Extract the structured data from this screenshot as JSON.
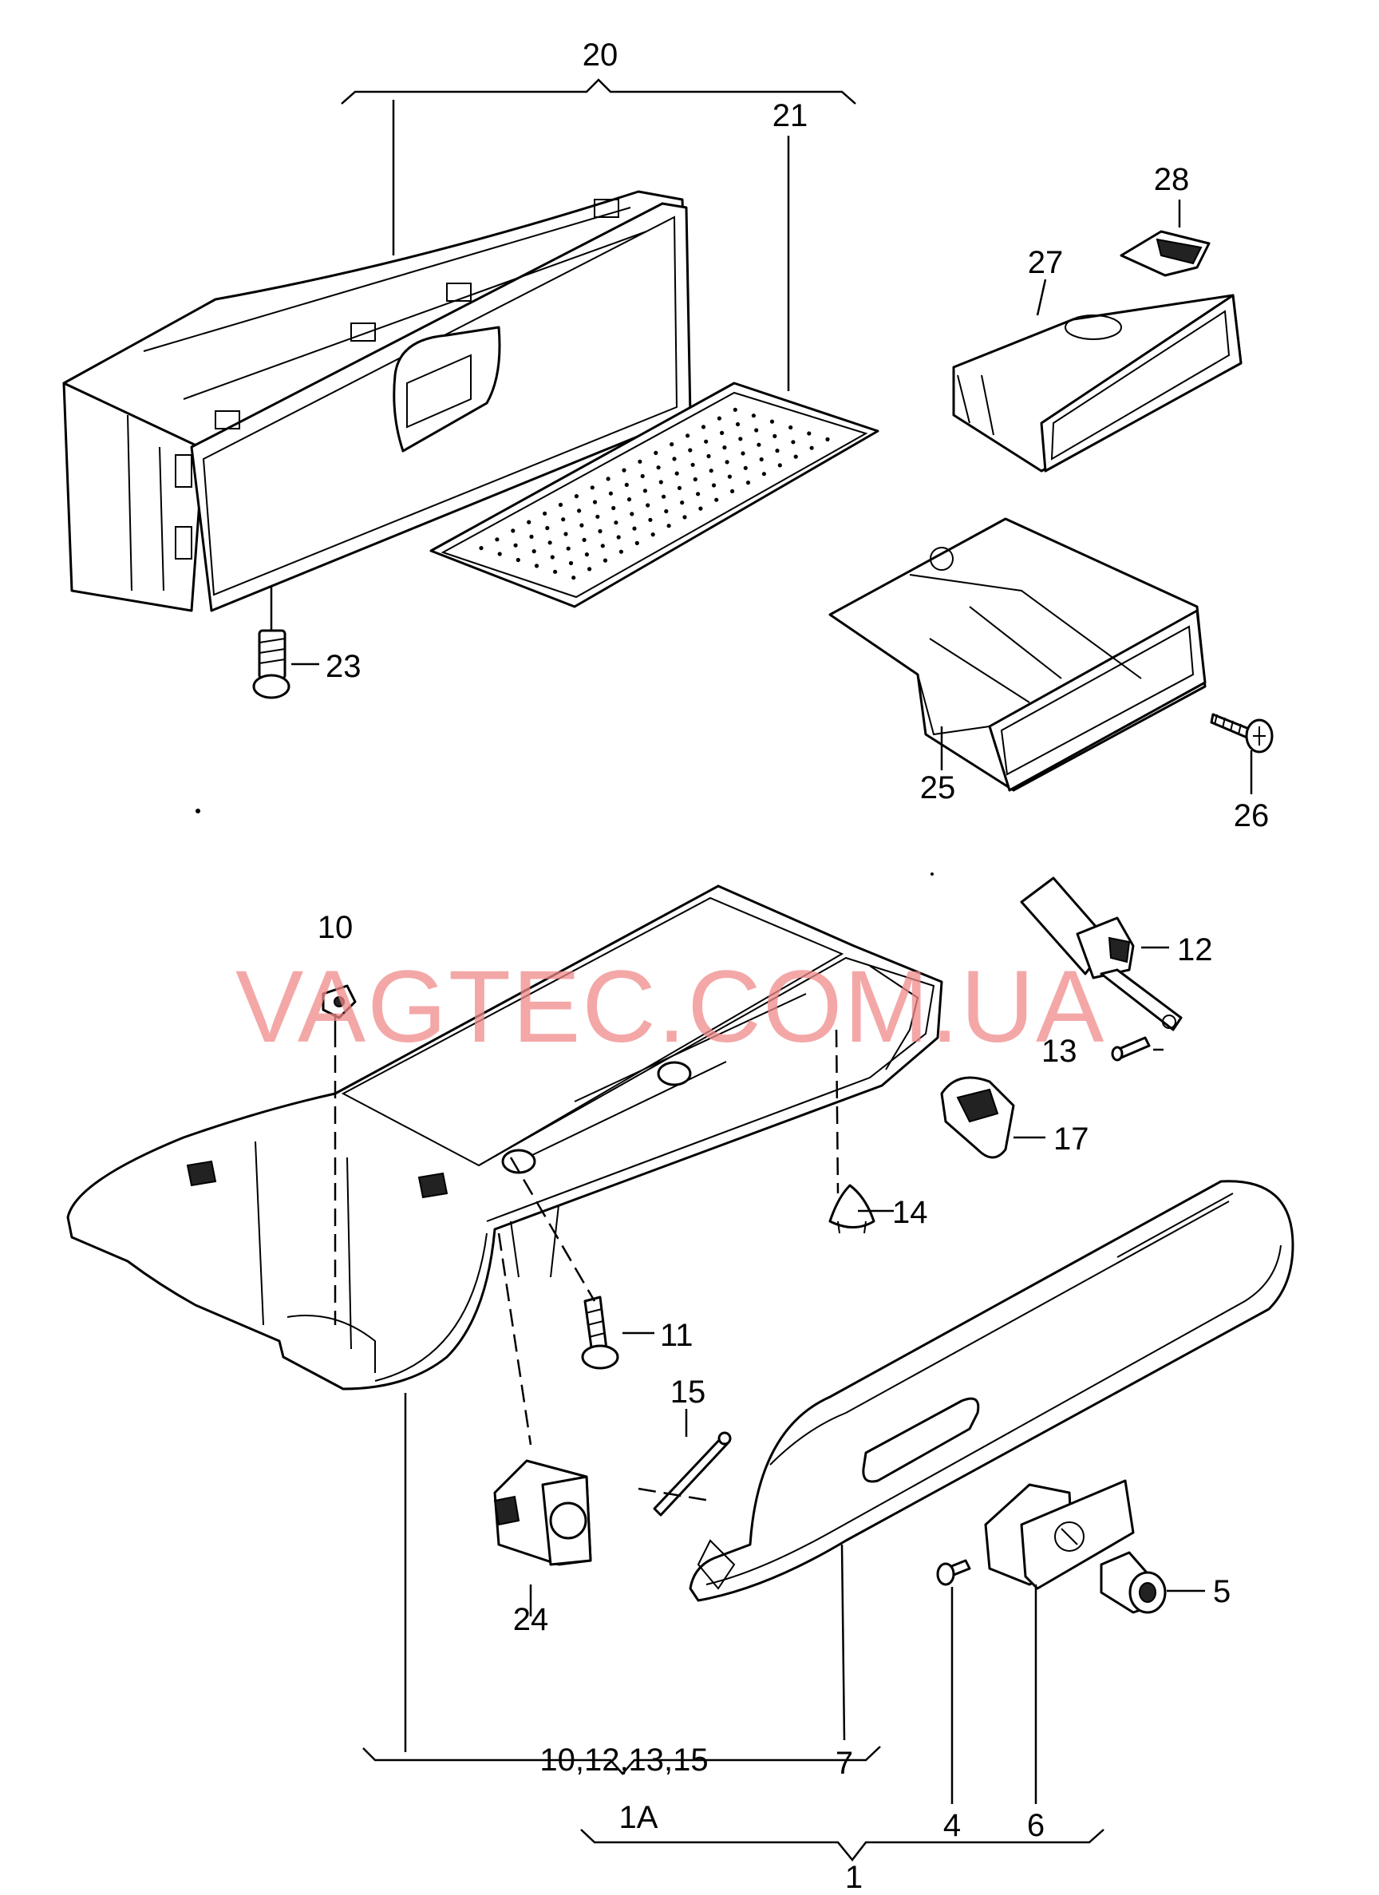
{
  "labels": {
    "l20": "20",
    "l21": "21",
    "l28": "28",
    "l27": "27",
    "l23": "23",
    "l25": "25",
    "l26": "26",
    "l10": "10",
    "l12": "12",
    "l13": "13",
    "l17": "17",
    "l14": "14",
    "l11": "11",
    "l15": "15",
    "l24": "24",
    "l5": "5",
    "l7": "7",
    "l4": "4",
    "l6": "6",
    "l1": "1",
    "l1A": "1A",
    "group": "10,12,13,15"
  },
  "watermark": "VAGTEC.COM.UA"
}
